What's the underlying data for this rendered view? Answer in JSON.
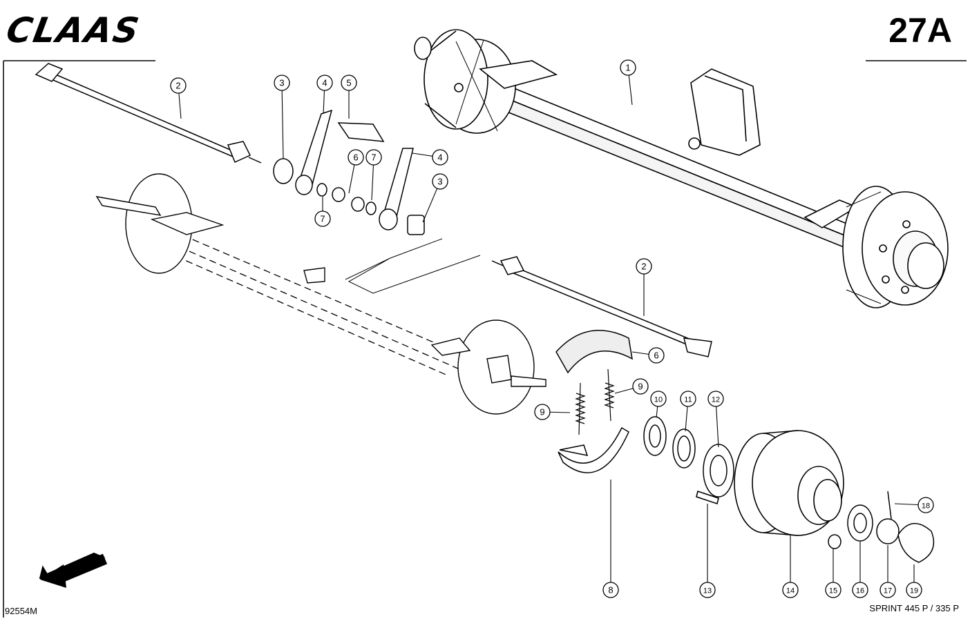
{
  "header": {
    "brand": "CLAAS",
    "page_number": "27A"
  },
  "footer": {
    "drawing_number": "92554M",
    "model": "SPRINT 445 P / 335 P"
  },
  "callouts": [
    {
      "n": "1"
    },
    {
      "n": "2"
    },
    {
      "n": "3"
    },
    {
      "n": "4"
    },
    {
      "n": "5"
    },
    {
      "n": "6"
    },
    {
      "n": "7"
    },
    {
      "n": "4"
    },
    {
      "n": "3"
    },
    {
      "n": "7"
    },
    {
      "n": "2"
    },
    {
      "n": "6"
    },
    {
      "n": "9"
    },
    {
      "n": "9"
    },
    {
      "n": "10"
    },
    {
      "n": "11"
    },
    {
      "n": "12"
    },
    {
      "n": "8"
    },
    {
      "n": "13"
    },
    {
      "n": "14"
    },
    {
      "n": "15"
    },
    {
      "n": "16"
    },
    {
      "n": "17"
    },
    {
      "n": "18"
    },
    {
      "n": "19"
    }
  ],
  "icons": {
    "direction": "arrow-left-down-icon"
  }
}
